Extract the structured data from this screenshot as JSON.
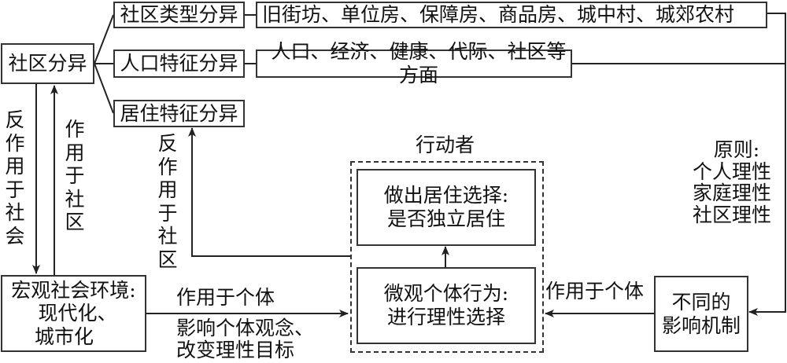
{
  "nodes": {
    "community_differentiation": "社区分异",
    "community_type": "社区类型分异",
    "community_type_detail": "旧街坊、单位房、保障房、商品房、城中村、城郊农村",
    "population_feature": "人口特征分异",
    "population_feature_detail": "人口、经济、健康、代际、社区等方面",
    "residence_feature": "居住特征分异",
    "macro_environment": [
      "宏观社会环境:",
      "现代化、",
      "城市化"
    ],
    "actor_title": "行动者",
    "residence_choice": [
      "做出居住选择:",
      "是否独立居住"
    ],
    "micro_behavior": [
      "微观个体行为:",
      "进行理性选择"
    ],
    "mechanism": [
      "不同的",
      "影响机制"
    ],
    "principles": [
      "原则:",
      "个人理性",
      "家庭理性",
      "社区理性"
    ]
  },
  "edge_labels": {
    "counteract_society": "反作用于社会",
    "act_on_community": "作用于社区",
    "counteract_community": "反作用于社区",
    "act_on_individual_top": "作用于个体",
    "macro_effect": [
      "影响个体观念、",
      "改变理性目标"
    ],
    "act_on_individual_right": "作用于个体"
  },
  "colors": {
    "line": "#222222",
    "border": "#333333",
    "text": "#111111"
  }
}
